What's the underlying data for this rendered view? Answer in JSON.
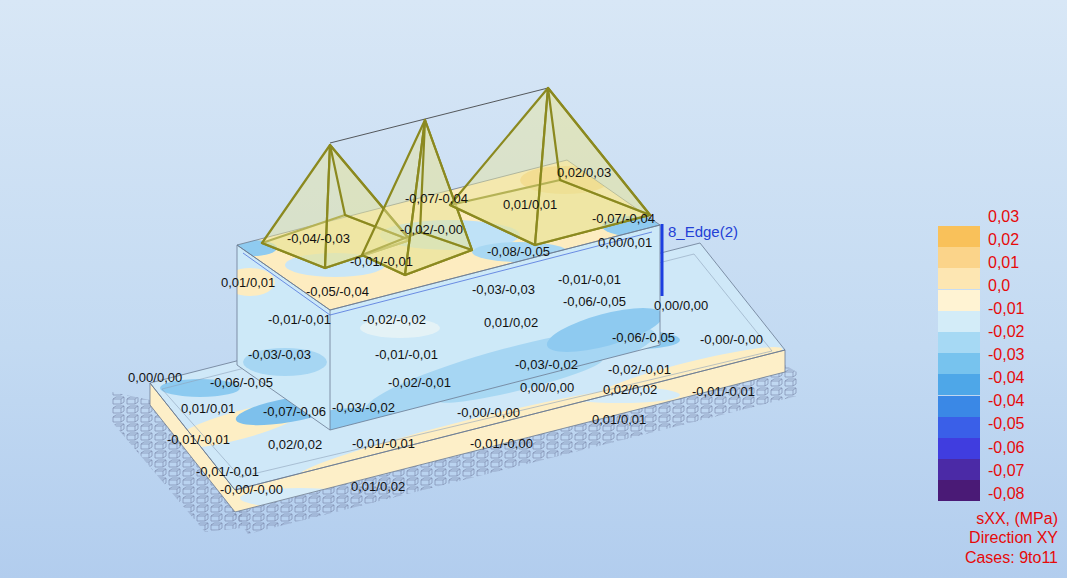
{
  "diagram": {
    "labels": [
      "0,02/0,03",
      "-0,07/-0,04",
      "0,01/0,01",
      "-0,07/-0,04",
      "-0,04/-0,03",
      "-0,02/-0,00",
      "8_Edge(2)",
      "0,00/0,01",
      "-0,08/-0,05",
      "-0,01/-0,01",
      "0,01/0,01",
      "-0,05/-0,04",
      "-0,01/-0,01",
      "-0,03/-0,03",
      "-0,06/-0,05",
      "0,00/0,00",
      "-0,01/-0,01",
      "-0,02/-0,02",
      "0,01/0,02",
      "-0,06/-0,05",
      "-0,00/-0,00",
      "-0,03/-0,03",
      "-0,01/-0,01",
      "-0,03/-0,02",
      "-0,02/-0,01",
      "0,00/0,00",
      "-0,06/-0,05",
      "-0,02/-0,01",
      "0,00/0,00",
      "0,02/0,02",
      "-0,01/-0,01",
      "0,01/0,01",
      "-0,07/-0,06",
      "-0,03/-0,02",
      "-0,00/-0,00",
      "0,01/0,01",
      "-0,01/-0,01",
      "0,02/0,02",
      "-0,01/-0,01",
      "-0,01/-0,00",
      "-0,01/-0,01",
      "0,01/0,02",
      "-0,00/-0,00",
      "sXX, (MPa)",
      "Direction XY",
      "Cases: 9to11"
    ],
    "legend": [
      {
        "text": "0,03",
        "color": "#f9c15a"
      },
      {
        "text": "0,02",
        "color": "#fbd48a"
      },
      {
        "text": "0,01",
        "color": "#fde6b2"
      },
      {
        "text": "0,0",
        "color": "#fff3d3"
      },
      {
        "text": "-0,01",
        "color": "#d3ecf8"
      },
      {
        "text": "-0,02",
        "color": "#a6d9f4"
      },
      {
        "text": "-0,03",
        "color": "#77c3ee"
      },
      {
        "text": "-0,04",
        "color": "#4ea7e8"
      },
      {
        "text": "-0,04",
        "color": "#3a88e6"
      },
      {
        "text": "-0,05",
        "color": "#3a5fe8"
      },
      {
        "text": "-0,06",
        "color": "#403ddf"
      },
      {
        "text": "-0,07",
        "color": "#4b2aa6"
      },
      {
        "text": "-0,08",
        "color": "#4a1a76"
      }
    ]
  }
}
